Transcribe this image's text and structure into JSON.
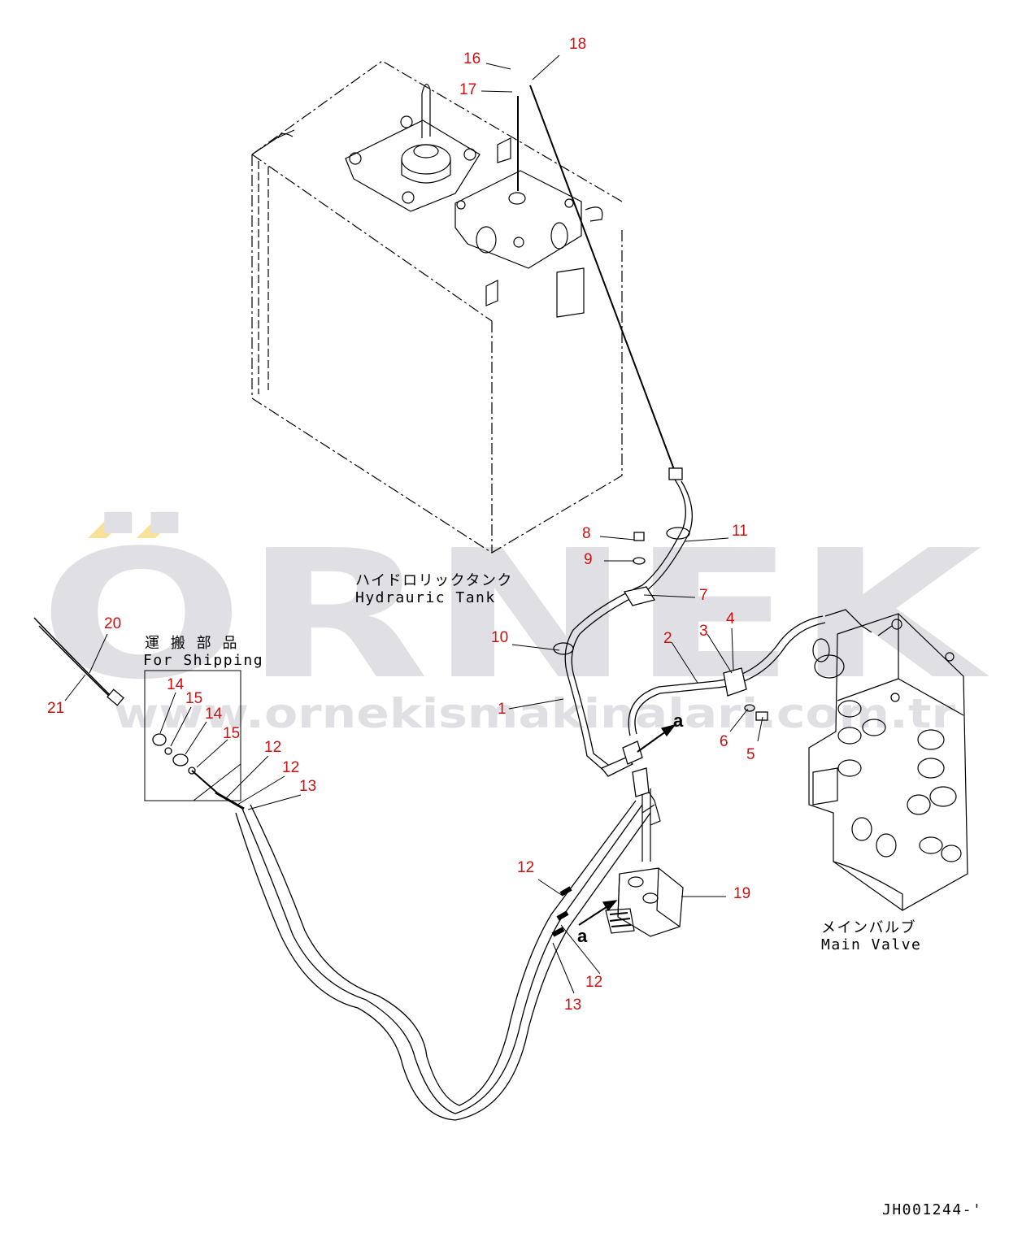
{
  "watermark": {
    "brand": "ÖRNEK",
    "url": "www.ornekismakinalari.com.tr",
    "text_color": "#e0dfe3",
    "accent_color": "#f8e29a"
  },
  "captions": {
    "tank_jp": "ハイドロリックタンク",
    "tank_en": "Hydrauric Tank",
    "valve_jp": "メインバルブ",
    "valve_en": "Main Valve",
    "shipping_jp": "運 搬 部 品",
    "shipping_en": "For Shipping",
    "view_arrow_1": "a",
    "view_arrow_2": "a",
    "drawing_number": "JH001244-'"
  },
  "label_color": "#cc1111",
  "callouts": [
    "16",
    "18",
    "17",
    "8",
    "11",
    "9",
    "7",
    "10",
    "2",
    "3",
    "4",
    "1",
    "6",
    "5",
    "20",
    "21",
    "14",
    "15",
    "14",
    "15",
    "12",
    "12",
    "13",
    "12",
    "19",
    "12",
    "13"
  ]
}
